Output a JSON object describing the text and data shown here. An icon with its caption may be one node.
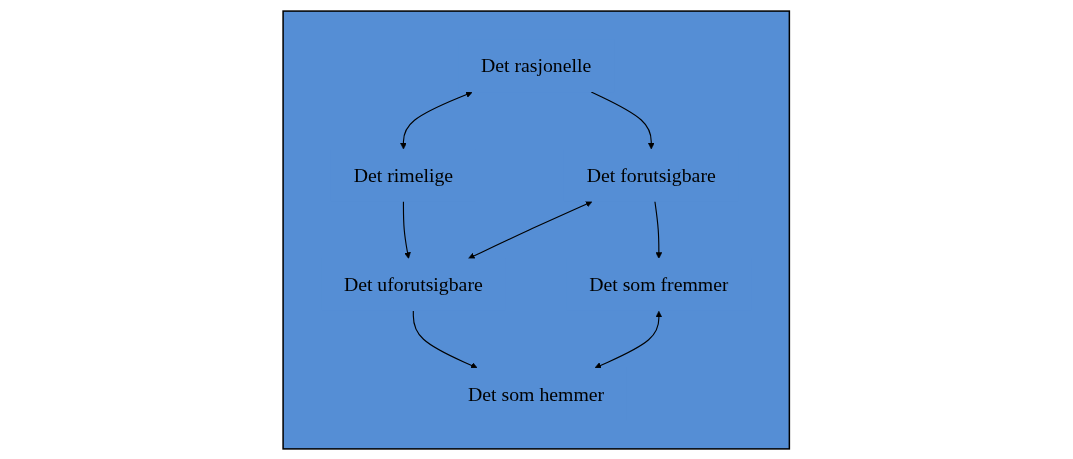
{
  "diagram": {
    "nodes": [
      {
        "text": [],
        "shape": "box"
      },
      {
        "text": [
          "Det rasjonelle"
        ],
        "in": 0
      },
      {
        "text": [
          "Det rimelige"
        ],
        "in": 0
      },
      {
        "text": [
          "Det forutsigbare"
        ],
        "in": 0
      },
      {
        "text": [
          "Det uforutsigbare"
        ],
        "in": 0
      },
      {
        "text": [
          "Det som fremmer"
        ],
        "in": 0
      },
      {
        "text": [
          "Det som hemmer"
        ],
        "in": 0
      }
    ],
    "edges": [
      {
        "from": 1,
        "to": 2,
        "arrow": "both"
      },
      {
        "from": 1,
        "to": 3,
        "arrow": "to"
      },
      {
        "from": 2,
        "to": 4,
        "arrow": "to"
      },
      {
        "from": 3,
        "to": 4,
        "arrow": "both"
      },
      {
        "from": 3,
        "to": 5,
        "arrow": "to"
      },
      {
        "from": 4,
        "to": 6,
        "arrow": "to"
      },
      {
        "from": 5,
        "to": 6,
        "arrow": "both"
      }
    ]
  }
}
